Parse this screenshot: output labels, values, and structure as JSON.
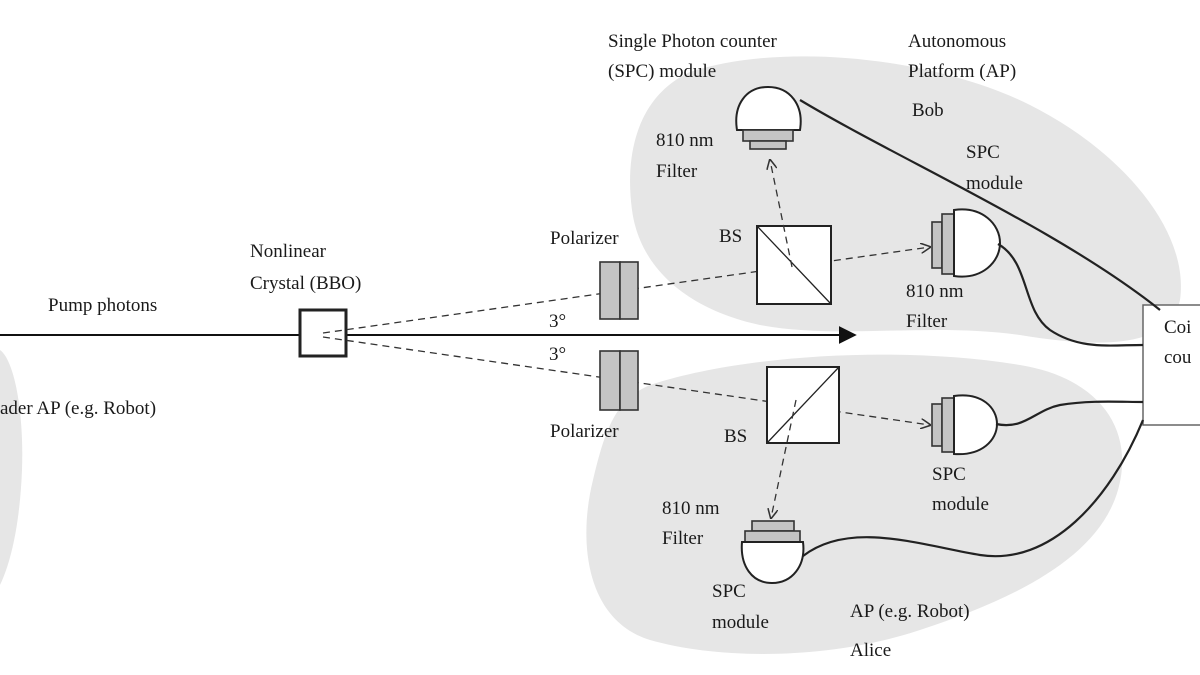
{
  "labels": {
    "spc_top_line1": "Single Photon counter",
    "spc_top_line2": "(SPC) module",
    "ap_line1": "Autonomous",
    "ap_line2": "Platform (AP)",
    "bob": "Bob",
    "filter_top_line1": "810 nm",
    "filter_top_line2": "Filter",
    "spc_right_top_line1": "SPC",
    "spc_right_top_line2": "module",
    "polarizer_top": "Polarizer",
    "bs_top": "BS",
    "crystal_line1": "Nonlinear",
    "crystal_line2": "Crystal (BBO)",
    "pump": "Pump photons",
    "angle_top": "3°",
    "angle_bottom": "3°",
    "filter_right_line1": "810 nm",
    "filter_right_line2": "Filter",
    "coincidence_line1": "Coi",
    "coincidence_line2": "cou",
    "leader": "ader AP (e.g. Robot)",
    "polarizer_bottom": "Polarizer",
    "bs_bottom": "BS",
    "spc_right_bottom_line1": "SPC",
    "spc_right_bottom_line2": "module",
    "filter_bottom_line1": "810 nm",
    "filter_bottom_line2": "Filter",
    "spc_bottom_line1": "SPC",
    "spc_bottom_line2": "module",
    "ap_robot": "AP (e.g. Robot)",
    "alice": "Alice"
  },
  "colors": {
    "region_fill": "#e6e6e6",
    "component_gray": "#c4c4c4",
    "line": "#111111"
  }
}
